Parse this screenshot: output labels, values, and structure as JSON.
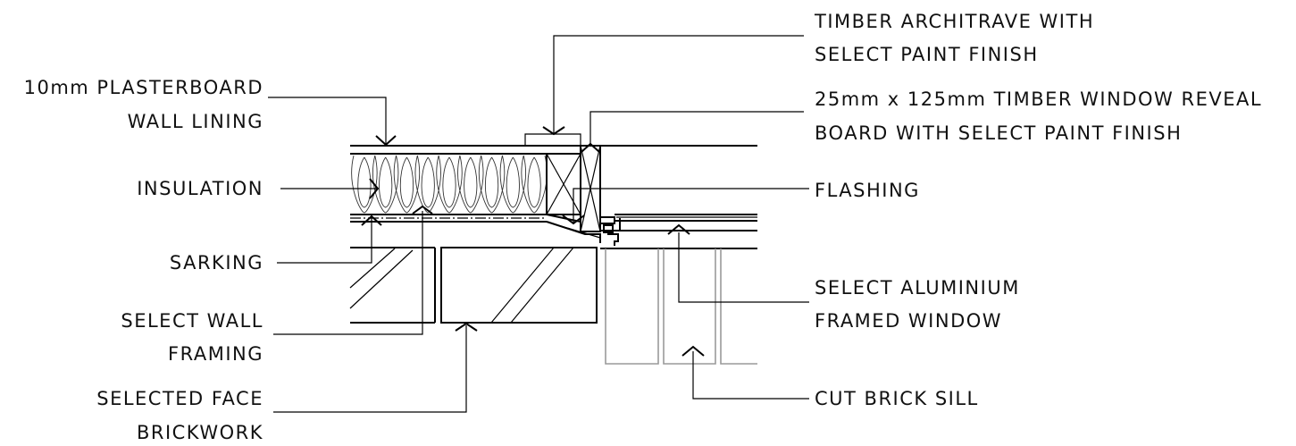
{
  "labels": {
    "left": [
      {
        "id": "plasterboard",
        "lines": [
          "10mm PLASTERBOARD",
          "WALL LINING"
        ]
      },
      {
        "id": "insulation",
        "lines": [
          "INSULATION"
        ]
      },
      {
        "id": "sarking",
        "lines": [
          "SARKING"
        ]
      },
      {
        "id": "wall_framing",
        "lines": [
          "SELECT WALL",
          "FRAMING"
        ]
      },
      {
        "id": "brickwork",
        "lines": [
          "SELECTED FACE",
          "BRICKWORK"
        ]
      }
    ],
    "right": [
      {
        "id": "architrave",
        "lines": [
          "TIMBER ARCHITRAVE WITH",
          "SELECT PAINT FINISH"
        ]
      },
      {
        "id": "reveal",
        "lines": [
          "25mm x 125mm TIMBER WINDOW REVEAL",
          "BOARD WITH SELECT PAINT FINISH"
        ]
      },
      {
        "id": "flashing",
        "lines": [
          "FLASHING"
        ]
      },
      {
        "id": "window",
        "lines": [
          "SELECT ALUMINIUM",
          "FRAMED WINDOW"
        ]
      },
      {
        "id": "sill",
        "lines": [
          "CUT BRICK SILL"
        ]
      }
    ]
  }
}
